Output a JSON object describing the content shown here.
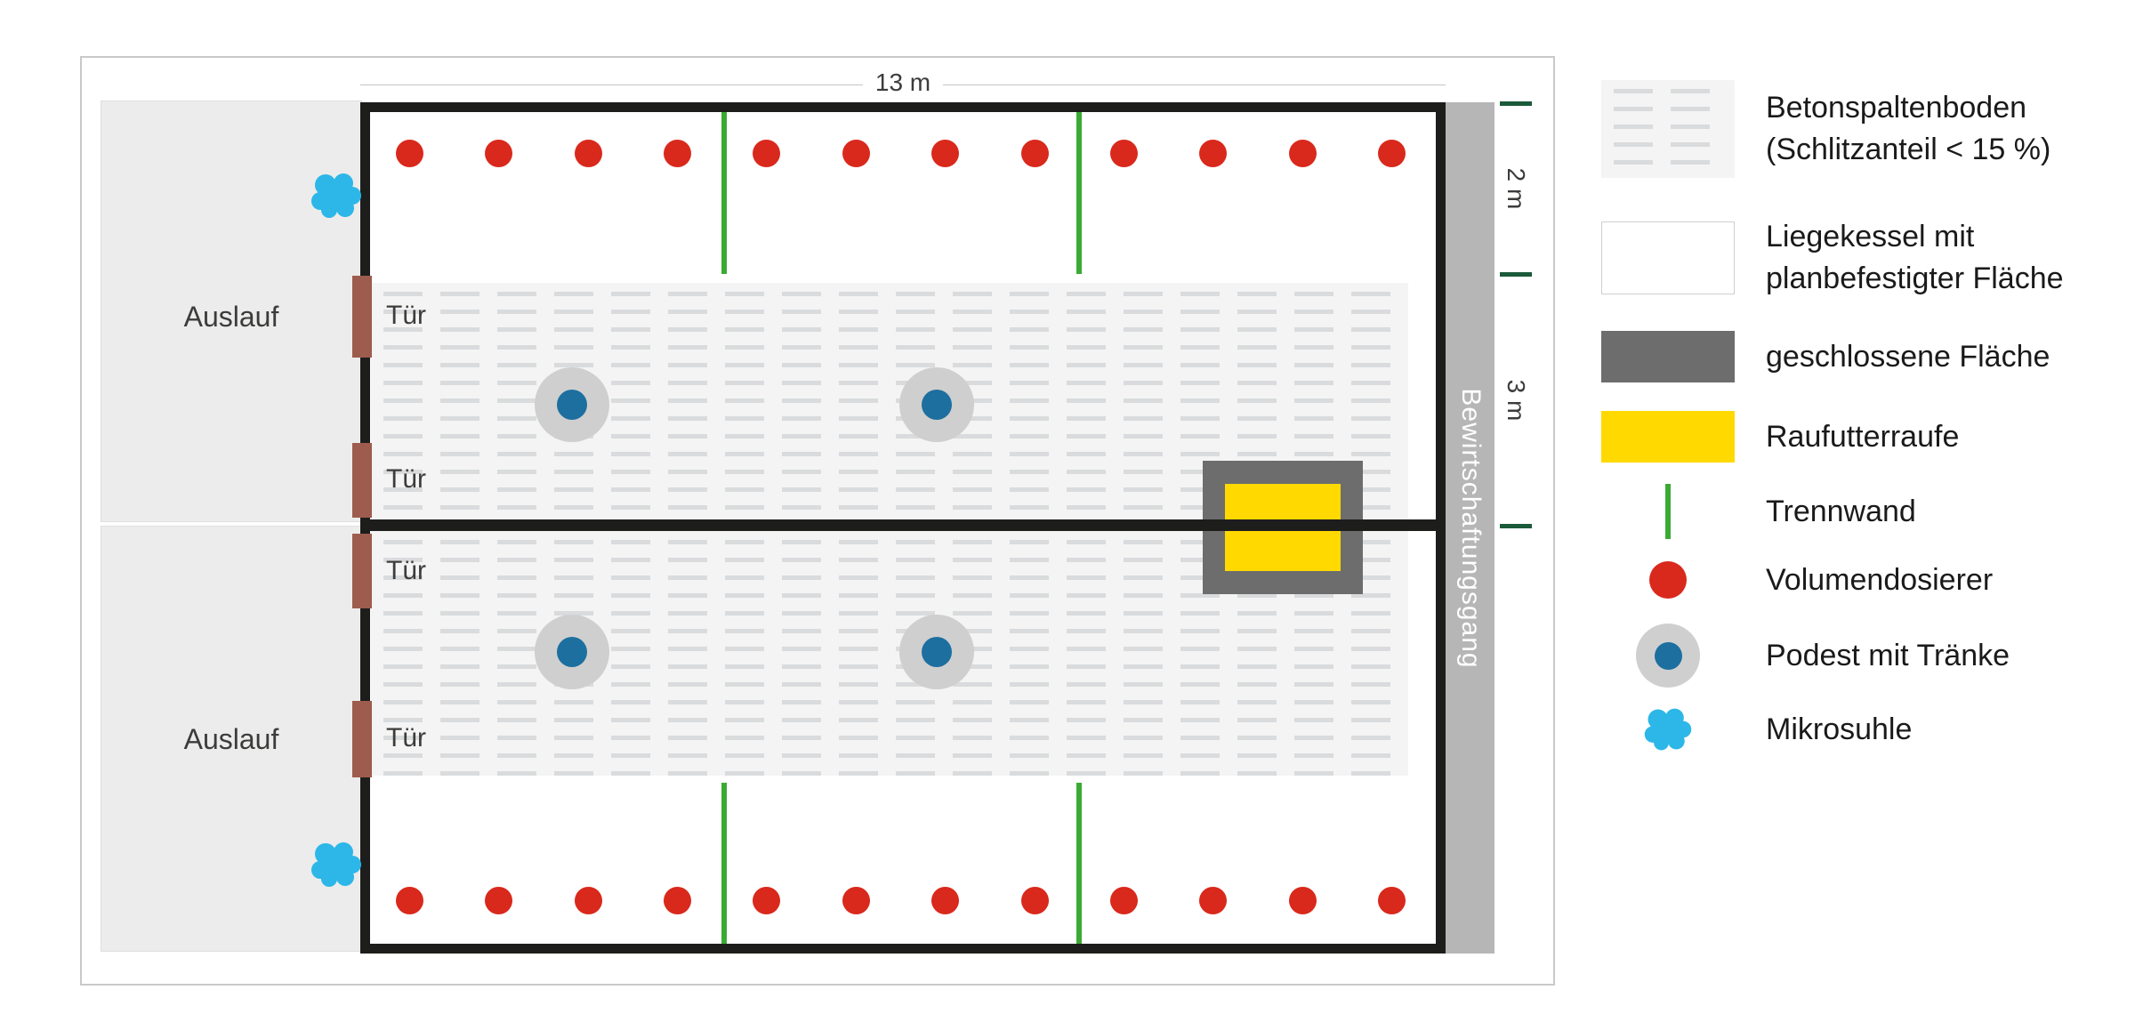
{
  "plan": {
    "dim_top": "13 m",
    "dim_right_upper": "2 m",
    "dim_right_lower": "3 m",
    "auslauf_label": "Auslauf",
    "tuer_label": "Tür",
    "aisle_label": "Bewirtschaftungsgang",
    "volumendosierer_per_row": 12,
    "volumendosierer_rows": 2,
    "podest_count": 4,
    "trennwand_count": 4,
    "tuer_count": 4,
    "mikrosuhle_count": 2
  },
  "legend": {
    "items": [
      {
        "line1": "Betonspaltenboden",
        "line2": "(Schlitzanteil < 15 %)"
      },
      {
        "line1": "Liegekessel mit",
        "line2": "planbefestigter Fläche"
      },
      {
        "line1": "geschlossene Fläche"
      },
      {
        "line1": "Raufutterraufe"
      },
      {
        "line1": "Trennwand"
      },
      {
        "line1": "Volumendosierer"
      },
      {
        "line1": "Podest mit Tränke"
      },
      {
        "line1": "Mikrosuhle"
      }
    ]
  },
  "colors": {
    "volumendosierer_red": "#d9291c",
    "trennwand_green": "#3baa34",
    "dimension_green": "#1b5a3a",
    "mikrosuhle_cyan": "#2cb7e8",
    "traenke_blue": "#1d6f9f",
    "podest_gray": "#cfcfcf",
    "raufutterraufe_yellow": "#ffd900",
    "geschlossene_flaeche_gray": "#6d6d6d",
    "tuer_brown": "#9d5c4d",
    "auslauf_gray": "#ececec",
    "spaltenboden_bg": "#f4f4f4",
    "spaltenboden_dash": "#d9dbdd",
    "gang_gray": "#b6b6b6",
    "wand_black": "#1d1d1b"
  }
}
